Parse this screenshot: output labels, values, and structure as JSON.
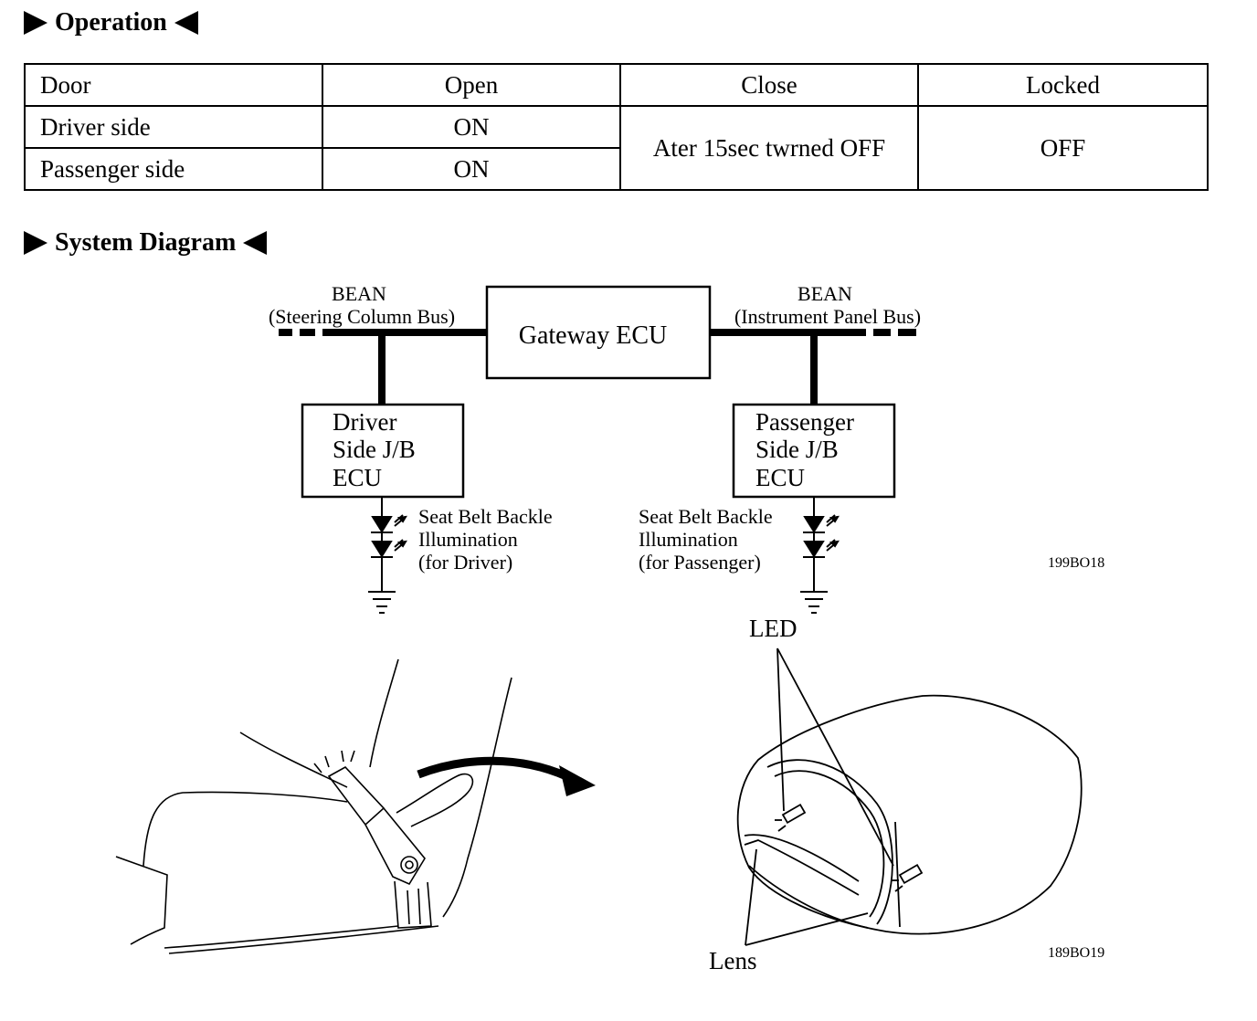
{
  "operation": {
    "heading": "Operation",
    "table": {
      "headers": [
        "Door",
        "Open",
        "Close",
        "Locked"
      ],
      "rows": [
        {
          "door": "Driver side",
          "open": "ON"
        },
        {
          "door": "Passenger side",
          "open": "ON"
        }
      ],
      "close_value": "Ater 15sec twrned OFF",
      "locked_value": "OFF"
    }
  },
  "system_diagram": {
    "heading": "System Diagram",
    "bus_left": {
      "line1": "BEAN",
      "line2": "(Steering Column Bus)"
    },
    "bus_right": {
      "line1": "BEAN",
      "line2": "(Instrument Panel Bus)"
    },
    "gateway": "Gateway ECU",
    "driver_ecu": {
      "line1": "Driver",
      "line2": "Side J/B",
      "line3": "ECU"
    },
    "passenger_ecu": {
      "line1": "Passenger",
      "line2": "Side J/B",
      "line3": "ECU"
    },
    "driver_led": {
      "line1": "Seat Belt Backle",
      "line2": "Illumination",
      "line3": "(for Driver)"
    },
    "passenger_led": {
      "line1": "Seat Belt Backle",
      "line2": "Illumination",
      "line3": "(for Passenger)"
    },
    "figure_code_top": "199BO18",
    "led_label": "LED",
    "lens_label": "Lens",
    "figure_code_bottom": "189BO19"
  }
}
